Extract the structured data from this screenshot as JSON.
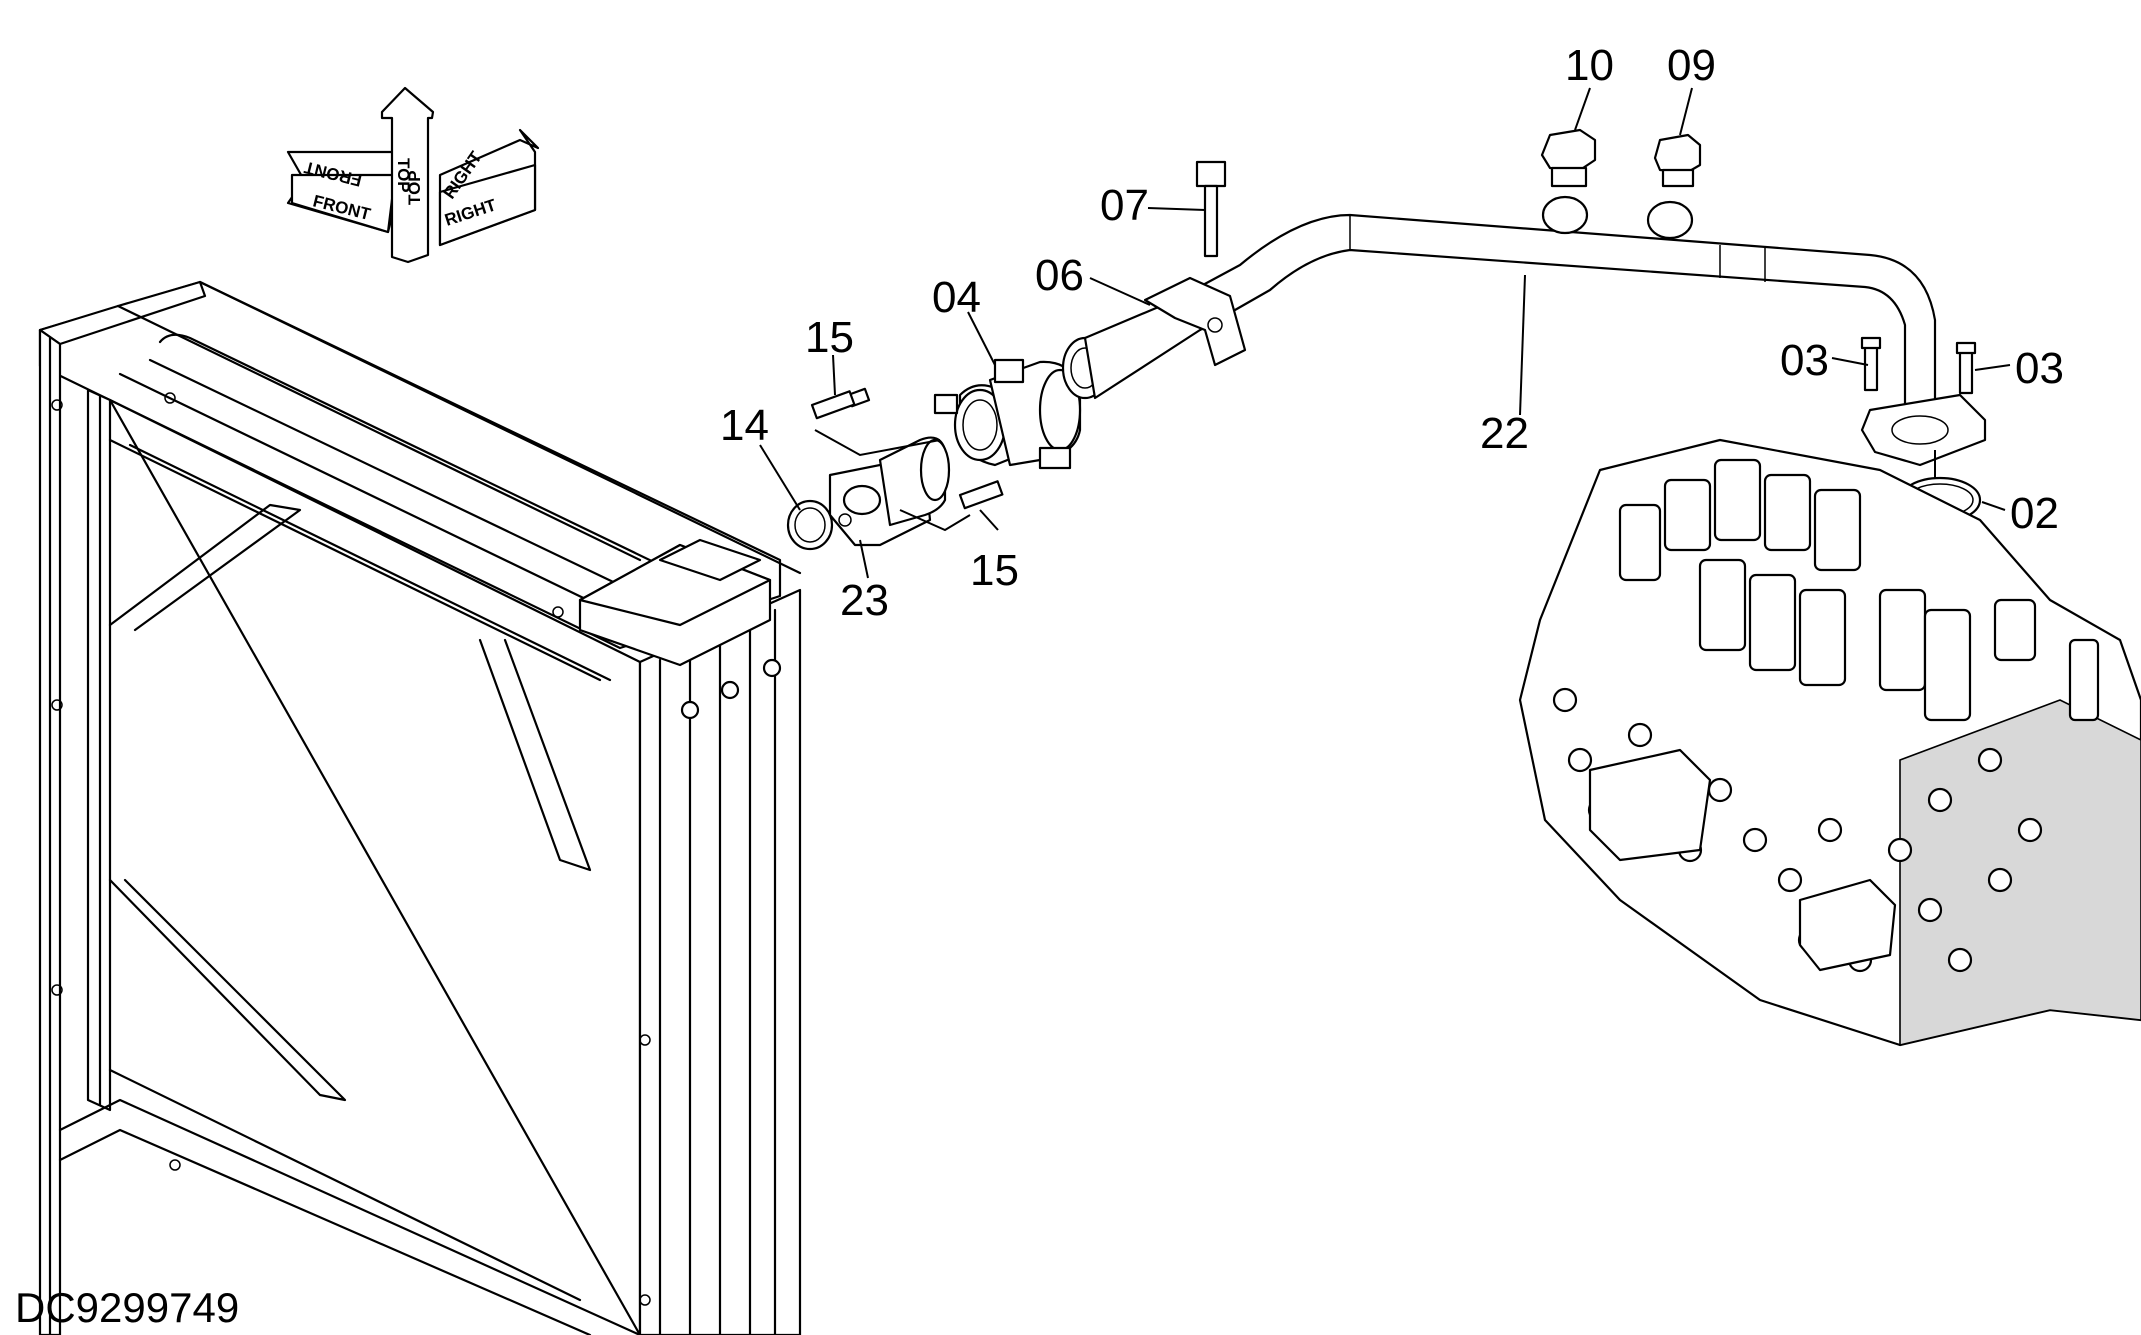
{
  "orientation_arrows": {
    "front": "FRONT",
    "top": "TOP",
    "right": "RIGHT"
  },
  "callouts": {
    "c10": "10",
    "c09": "09",
    "c07": "07",
    "c06": "06",
    "c04": "04",
    "c15a": "15",
    "c14": "14",
    "c23": "23",
    "c15b": "15",
    "c22": "22",
    "c03a": "03",
    "c03b": "03",
    "c02": "02"
  },
  "document_id": "DC9299749"
}
